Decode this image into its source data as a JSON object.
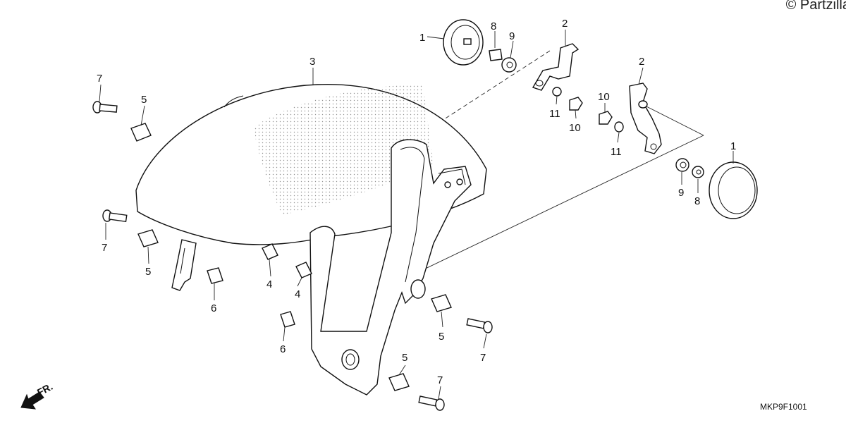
{
  "watermark": "© Partzilla",
  "diagram_code": "MKP9F1001",
  "direction_label": "FR.",
  "callouts": {
    "c1a": "1",
    "c1b": "1",
    "c2a": "2",
    "c2b": "2",
    "c3": "3",
    "c4a": "4",
    "c4b": "4",
    "c5a": "5",
    "c5b": "5",
    "c5c": "5",
    "c5d": "5",
    "c6a": "6",
    "c6b": "6",
    "c7a": "7",
    "c7b": "7",
    "c7c": "7",
    "c7d": "7",
    "c8a": "8",
    "c8b": "8",
    "c9a": "9",
    "c9b": "9",
    "c10a": "10",
    "c10b": "10",
    "c11a": "11",
    "c11b": "11"
  }
}
